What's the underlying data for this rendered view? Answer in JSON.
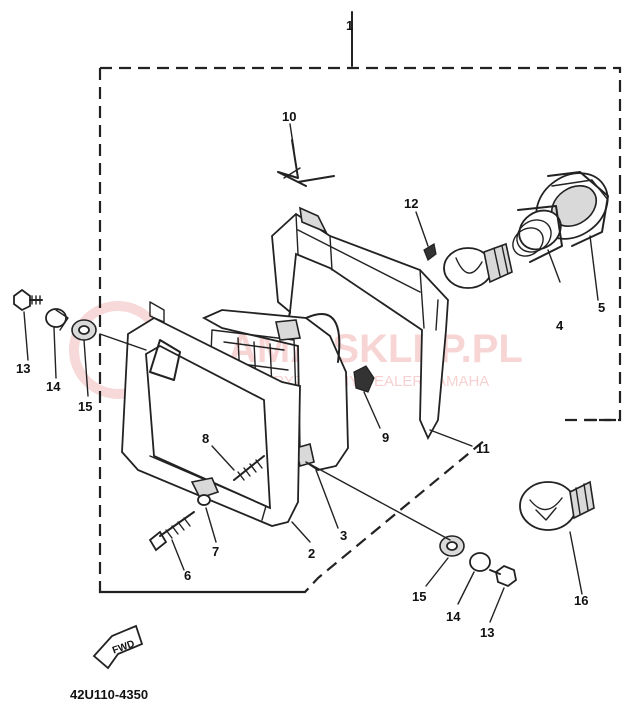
{
  "diagram": {
    "reference_number": "1",
    "part_code": "42U110-4350",
    "fwd_label": "FWD",
    "watermark": {
      "brand": "AMA-SKLEP.PL",
      "subtitle": "AUTORYZOWANY DEALER YAMAHA"
    },
    "callouts": {
      "c1": "10",
      "c2": "12",
      "c3": "5",
      "c4": "4",
      "c5": "9",
      "c6": "11",
      "c7": "8",
      "c8": "3",
      "c9": "2",
      "c10": "7",
      "c11": "6",
      "c12": "13",
      "c13": "14",
      "c14": "15",
      "c15": "15",
      "c16": "14",
      "c17": "13",
      "c18": "16"
    }
  }
}
